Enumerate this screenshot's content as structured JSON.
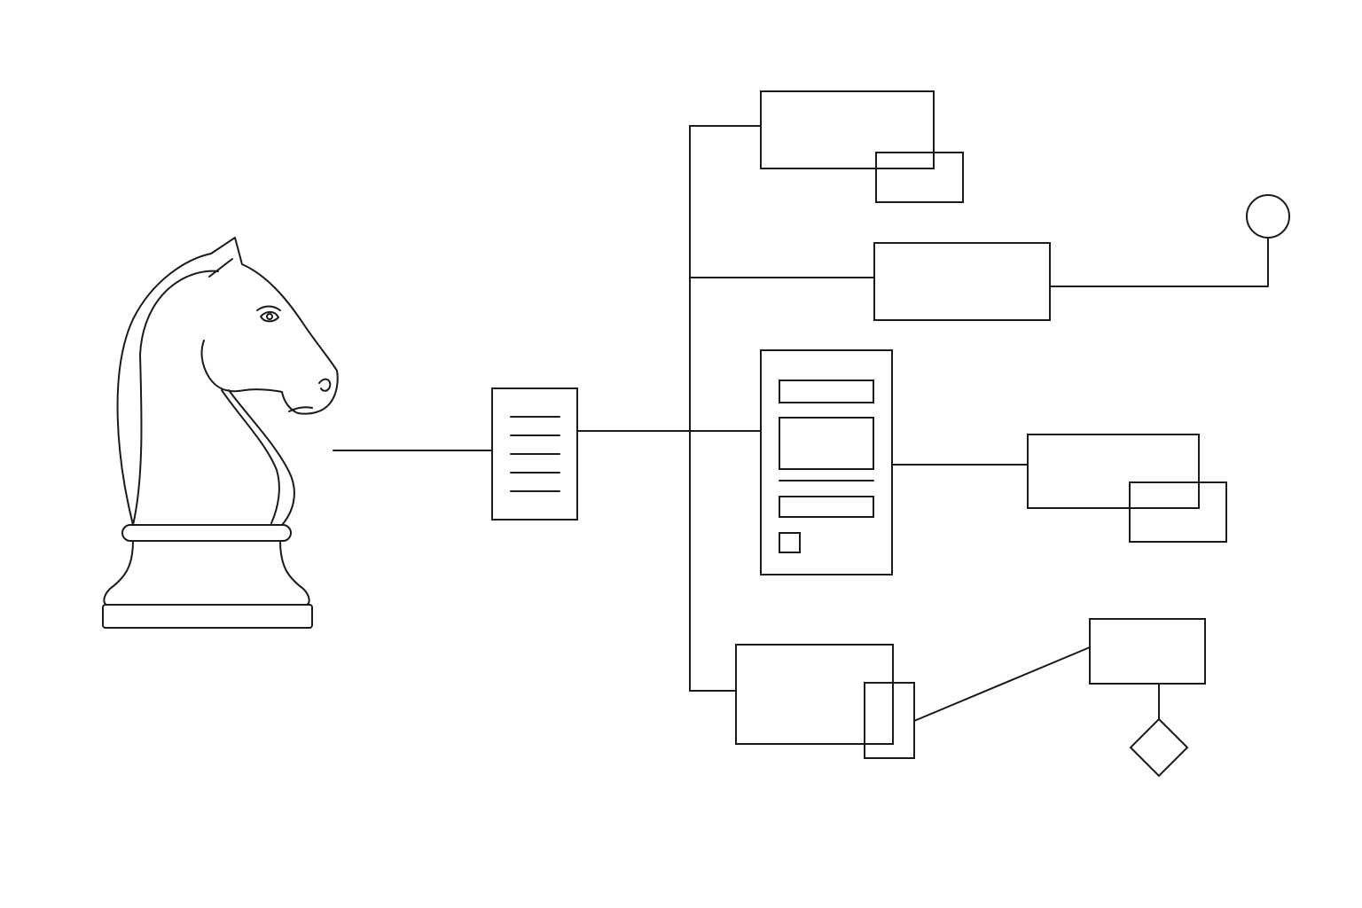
{
  "diagram": {
    "type": "line-art flowchart",
    "text_labels": [],
    "colors": {
      "background": "#ffffff",
      "stroke": "#1a1a1a"
    },
    "icons": [
      "chess-knight-icon",
      "document-icon",
      "form-panel-icon",
      "circle-terminal-icon",
      "diamond-decision-icon"
    ],
    "nodes": [
      {
        "id": "knight",
        "kind": "chess-knight"
      },
      {
        "id": "document",
        "kind": "document"
      },
      {
        "id": "box-top",
        "kind": "box-with-overlap"
      },
      {
        "id": "box-second",
        "kind": "box"
      },
      {
        "id": "form-panel",
        "kind": "form"
      },
      {
        "id": "box-right-mid",
        "kind": "box-with-overlap"
      },
      {
        "id": "box-bottom",
        "kind": "box-with-overlap"
      },
      {
        "id": "box-bottom-right",
        "kind": "box"
      },
      {
        "id": "circle-terminal",
        "kind": "circle"
      },
      {
        "id": "diamond-decision",
        "kind": "diamond"
      }
    ]
  }
}
